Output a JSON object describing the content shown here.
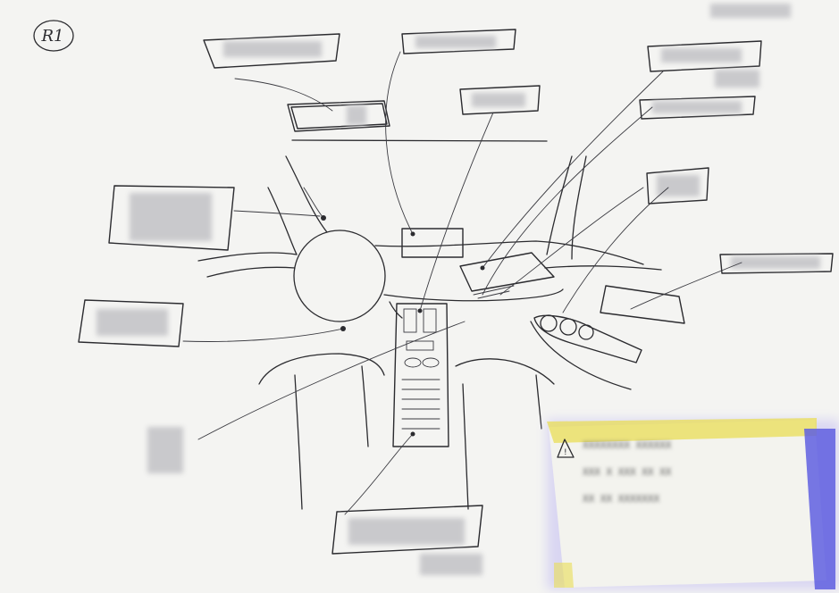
{
  "sheet": {
    "page_label": "R1",
    "paper_color": "#f4f4f2",
    "ink_color": "#2b2b2f"
  },
  "sticky_note": {
    "colors": {
      "top_edge": "#e9dd55",
      "right_edge": "#5f5fe0",
      "note_fill": "#f3f3ee"
    },
    "icon": "warning-triangle-icon",
    "text_lines": [
      "XXXXXXXX XXXXXX",
      "XXX X XXX XX  XX",
      "XX XX XXXXXXX"
    ]
  },
  "callouts": {
    "count": 17,
    "icon": "redacted-label-icon"
  }
}
